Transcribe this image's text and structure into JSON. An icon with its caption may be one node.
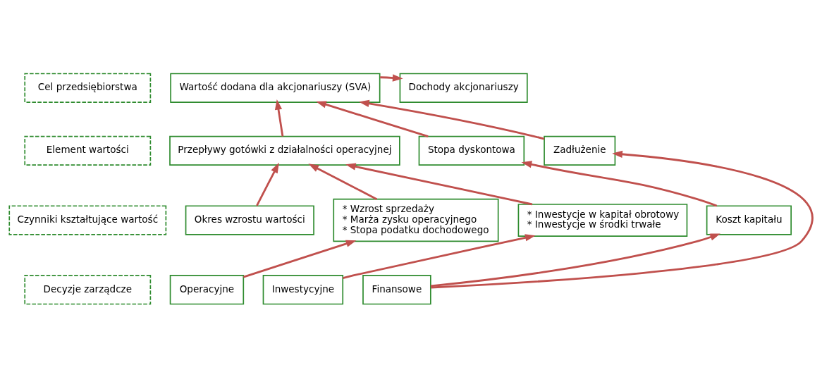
{
  "diagram": {
    "nodes": [
      {
        "text": [
          "Cel przedsiębiorstwa"
        ]
      },
      {
        "text": [
          "Wartość dodana dla akcjonariuszy (SVA)"
        ]
      },
      {
        "text": [
          "Dochody akcjonariuszy"
        ]
      },
      {
        "text": [
          "Element wartości"
        ]
      },
      {
        "text": [
          "Przepływy gotówki z działalności operacyjnej"
        ]
      },
      {
        "text": [
          "Stopa dyskontowa"
        ]
      },
      {
        "text": [
          "Zadłużenie"
        ]
      },
      {
        "text": [
          "Czynniki kształtujące wartość"
        ]
      },
      {
        "text": [
          "Okres wzrostu wartości"
        ]
      },
      {
        "text": [
          "* Wzrost sprzedaży",
          "* Marża zysku operacyjnego",
          "* Stopa podatku dochodowego"
        ]
      },
      {
        "text": [
          "* Inwestycje w kapitał obrotowy",
          "* Inwestycje w środki trwałe"
        ]
      },
      {
        "text": [
          "Koszt kapitału"
        ]
      },
      {
        "text": [
          "Decyzje zarządcze"
        ]
      },
      {
        "text": [
          "Operacyjne"
        ]
      },
      {
        "text": [
          "Inwestycyjne"
        ]
      },
      {
        "text": [
          "Finansowe"
        ]
      }
    ],
    "edges": [
      {
        "from": 1,
        "to": 2,
        "arrow": "to"
      },
      {
        "from": 4,
        "to": 1,
        "arrow": "to"
      },
      {
        "from": 5,
        "to": 1,
        "arrow": "to"
      },
      {
        "from": 6,
        "to": 1,
        "arrow": "to"
      },
      {
        "from": 8,
        "to": 4,
        "arrow": "to"
      },
      {
        "from": 9,
        "to": 4,
        "arrow": "to"
      },
      {
        "from": 10,
        "to": 4,
        "arrow": "to"
      },
      {
        "from": 11,
        "to": 5,
        "arrow": "to"
      },
      {
        "from": 15,
        "to": 6,
        "arrow": "to"
      },
      {
        "from": 15,
        "to": 11,
        "arrow": "to"
      },
      {
        "from": 13,
        "to": 9,
        "arrow": "to"
      },
      {
        "from": 14,
        "to": 10,
        "arrow": "to"
      }
    ]
  }
}
